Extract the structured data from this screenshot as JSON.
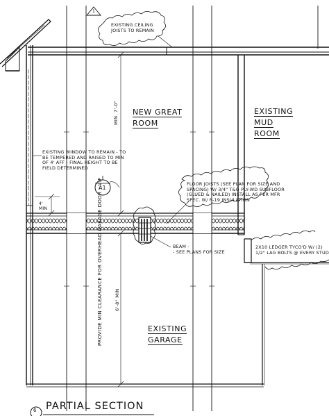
{
  "rooms": {
    "great_room": [
      "NEW GREAT",
      "ROOM"
    ],
    "mud_room": [
      "EXISTING",
      "MUD",
      "ROOM"
    ],
    "garage": [
      "EXISTING",
      "GARAGE"
    ]
  },
  "notes": {
    "ceiling_joists": "EXISTING CEILING\nJOISTS TO REMAIN",
    "window": "EXISTING WINDOW TO REMAIN - TO\nBE TEMPERED AND RAISED TO MIN\nOF 4' AFF - FINAL HEIGHT TO BE\nFIELD DETERMINED",
    "floor_joists": "FLOOR JOISTS (SEE PLAN FOR SIZE AND\nSPACING) W/ 3/4\" T&G PLY-WD SUBFLOOR\n(GLUED & NAILED) INSTALL AS PER MFR\nSPEC. W/ R-19 INSULATION",
    "beam": "BEAM -\n- SEE PLANS FOR SIZE",
    "ledger": "2X10 LEDGER TYCO'D W/ (2)\n1/2\" LAG BOLTS @ EVERY STUD",
    "garage_door": "PROVIDE MIN CLEARANCE FOR\nOVERHEAD GARAGE DOOR - VIF"
  },
  "dimensions": {
    "ceiling_height": "MIN. 7'-0\"",
    "garage_height": "6'-8\" MIN",
    "sill_height": "4'\nMIN"
  },
  "tags": {
    "section_ref": "A1",
    "revision": "1",
    "view_number": "6"
  },
  "title": "PARTIAL SECTION"
}
